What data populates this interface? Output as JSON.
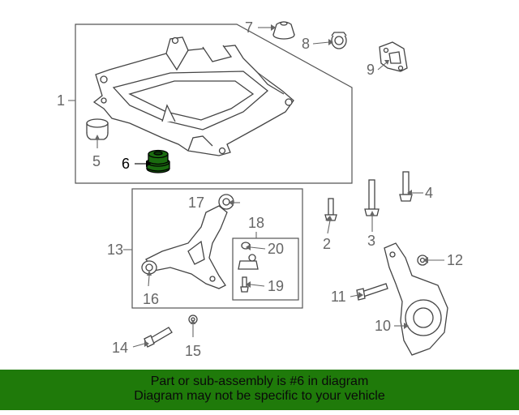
{
  "highlight_color": "#1a6b0f",
  "banner_color": "#1f7a0a",
  "callouts": {
    "c1": "1",
    "c2": "2",
    "c3": "3",
    "c4": "4",
    "c5": "5",
    "c6": "6",
    "c7": "7",
    "c8": "8",
    "c9": "9",
    "c10": "10",
    "c11": "11",
    "c12": "12",
    "c13": "13",
    "c14": "14",
    "c15": "15",
    "c16": "16",
    "c17": "17",
    "c18": "18",
    "c19": "19",
    "c20": "20"
  },
  "banner": {
    "line1": "Part or sub-assembly is #6 in diagram",
    "line2": "Diagram may not be specific to your vehicle"
  }
}
